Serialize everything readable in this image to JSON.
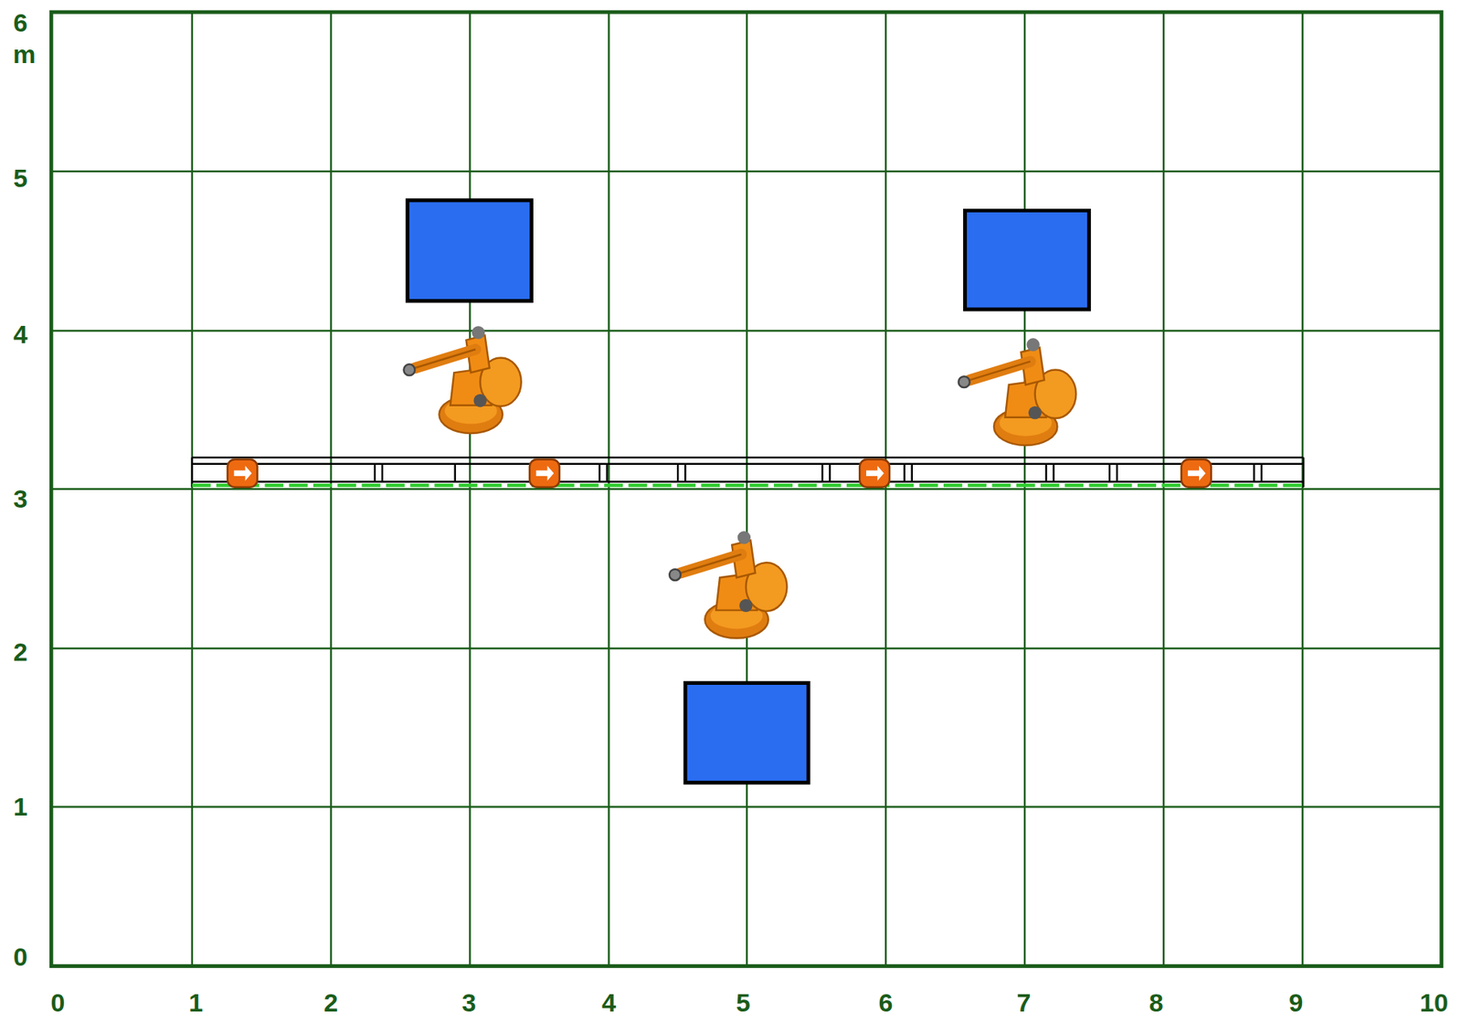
{
  "diagram": {
    "labels": [
      "6",
      "m",
      "5",
      "4",
      "3",
      "2",
      "1",
      "0",
      "0",
      "1",
      "2",
      "3",
      "4",
      "5",
      "6",
      "7",
      "8",
      "9",
      "10"
    ]
  }
}
